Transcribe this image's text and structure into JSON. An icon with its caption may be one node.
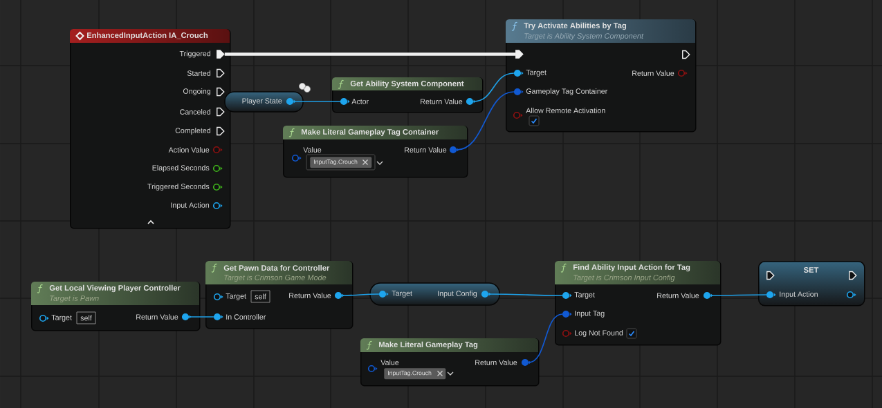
{
  "diagram": {
    "nodes": [
      {
        "text": [
          "EnhancedInputAction IA_Crouch"
        ]
      },
      {
        "text": [],
        "shape": "pentagon",
        "beside": [
          "Triggered"
        ],
        "in": 0
      },
      {
        "text": [],
        "shape": "pentagon",
        "beside": [
          "Started"
        ],
        "in": 0
      },
      {
        "text": [],
        "shape": "pentagon",
        "beside": [
          "Ongoing"
        ],
        "in": 0
      },
      {
        "text": [],
        "shape": "pentagon",
        "beside": [
          "Canceled"
        ],
        "in": 0
      },
      {
        "text": [],
        "shape": "pentagon",
        "beside": [
          "Completed"
        ],
        "in": 0
      },
      {
        "text": [],
        "shape": "circle",
        "beside": [
          "Action Value"
        ],
        "in": 0
      },
      {
        "text": [],
        "shape": "circle",
        "beside": [
          "Elapsed Seconds"
        ],
        "in": 0
      },
      {
        "text": [],
        "shape": "circle",
        "beside": [
          "Triggered Seconds"
        ],
        "in": 0
      },
      {
        "text": [],
        "shape": "circle",
        "beside": [
          "Input Action"
        ],
        "in": 0
      },
      {
        "text": [],
        "shape": "box"
      },
      {
        "text": [],
        "shape": "circle",
        "beside": [
          "Player State"
        ],
        "in": 10
      },
      {
        "text": [
          "Get Ability System Component"
        ]
      },
      {
        "text": [],
        "shape": "circle",
        "beside": [
          "Actor"
        ],
        "in": 12
      },
      {
        "text": [],
        "shape": "circle",
        "beside": [
          "Return Value"
        ],
        "in": 12
      },
      {
        "text": [
          "Make Literal Gameplay Tag Container"
        ]
      },
      {
        "text": [],
        "shape": "circle",
        "beside": [
          "Value"
        ],
        "in": 15
      },
      {
        "text": [
          "InputTag.Crouch"
        ],
        "in": 15
      },
      {
        "text": [],
        "shape": "circle",
        "beside": [
          "Return Value"
        ],
        "in": 15
      },
      {
        "text": [
          "Try Activate Abilities by Tag",
          "Target is Ability System Component"
        ]
      },
      {
        "text": [],
        "shape": "pentagon",
        "in": 19
      },
      {
        "text": [],
        "shape": "pentagon",
        "in": 19
      },
      {
        "text": [],
        "shape": "circle",
        "beside": [
          "Target"
        ],
        "in": 19
      },
      {
        "text": [],
        "shape": "circle",
        "beside": [
          "Return Value"
        ],
        "in": 19
      },
      {
        "text": [],
        "shape": "circle",
        "beside": [
          "Gameplay Tag Container"
        ],
        "in": 19
      },
      {
        "text": [],
        "shape": "circle",
        "beside": [
          "Allow Remote Activation"
        ],
        "in": 19
      },
      {
        "text": [
          "Get Local Viewing Player Controller",
          "Target is Pawn"
        ]
      },
      {
        "text": [],
        "shape": "circle",
        "beside": [
          "Target"
        ],
        "in": 26
      },
      {
        "text": [
          "self"
        ],
        "in": 26
      },
      {
        "text": [],
        "shape": "circle",
        "beside": [
          "Return Value"
        ],
        "in": 26
      },
      {
        "text": [
          "Get Pawn Data for Controller",
          "Target is Crimson Game Mode"
        ]
      },
      {
        "text": [],
        "shape": "circle",
        "beside": [
          "Target"
        ],
        "in": 30
      },
      {
        "text": [
          "self"
        ],
        "in": 30
      },
      {
        "text": [],
        "shape": "circle",
        "beside": [
          "Return Value"
        ],
        "in": 30
      },
      {
        "text": [],
        "shape": "circle",
        "beside": [
          "In Controller"
        ],
        "in": 30
      },
      {
        "text": [],
        "shape": "box"
      },
      {
        "text": [],
        "shape": "circle",
        "beside": [
          "Target"
        ],
        "in": 35
      },
      {
        "text": [],
        "shape": "circle",
        "beside": [
          "Input Config"
        ],
        "in": 35
      },
      {
        "text": [
          "Find Ability Input Action for Tag",
          "Target is Crimson Input Config"
        ]
      },
      {
        "text": [],
        "shape": "circle",
        "beside": [
          "Target"
        ],
        "in": 38
      },
      {
        "text": [],
        "shape": "circle",
        "beside": [
          "Return Value"
        ],
        "in": 38
      },
      {
        "text": [],
        "shape": "circle",
        "beside": [
          "Input Tag"
        ],
        "in": 38
      },
      {
        "text": [],
        "shape": "circle",
        "beside": [
          "Log Not Found"
        ],
        "in": 38
      },
      {
        "text": [
          "Make Literal Gameplay Tag"
        ]
      },
      {
        "text": [],
        "shape": "circle",
        "beside": [
          "Value"
        ],
        "in": 43
      },
      {
        "text": [
          "InputTag.Crouch"
        ],
        "in": 43
      },
      {
        "text": [],
        "shape": "circle",
        "beside": [
          "Return Value"
        ],
        "in": 43
      },
      {
        "text": [
          "SET"
        ]
      },
      {
        "text": [],
        "shape": "pentagon",
        "in": 47
      },
      {
        "text": [],
        "shape": "pentagon",
        "in": 47
      },
      {
        "text": [],
        "shape": "circle",
        "beside": [
          "Input Action"
        ],
        "in": 47
      },
      {
        "text": [],
        "shape": "circle",
        "in": 47
      }
    ],
    "edges": [
      {
        "from": 1,
        "to": 20,
        "arrow": "none",
        "style": "thick",
        "color": "#f0f0f0"
      },
      {
        "from": 11,
        "to": 13,
        "arrow": "none"
      },
      {
        "from": 14,
        "to": 22,
        "arrow": "none"
      },
      {
        "from": 18,
        "to": 24,
        "arrow": "none",
        "color": "#1159d2"
      },
      {
        "from": 29,
        "to": 34,
        "arrow": "none"
      },
      {
        "from": 33,
        "to": 36,
        "arrow": "none"
      },
      {
        "from": 37,
        "to": 39,
        "arrow": "none"
      },
      {
        "from": 46,
        "to": 41,
        "arrow": "none",
        "color": "#1159d2"
      },
      {
        "from": 40,
        "to": 50,
        "arrow": "none"
      }
    ]
  }
}
